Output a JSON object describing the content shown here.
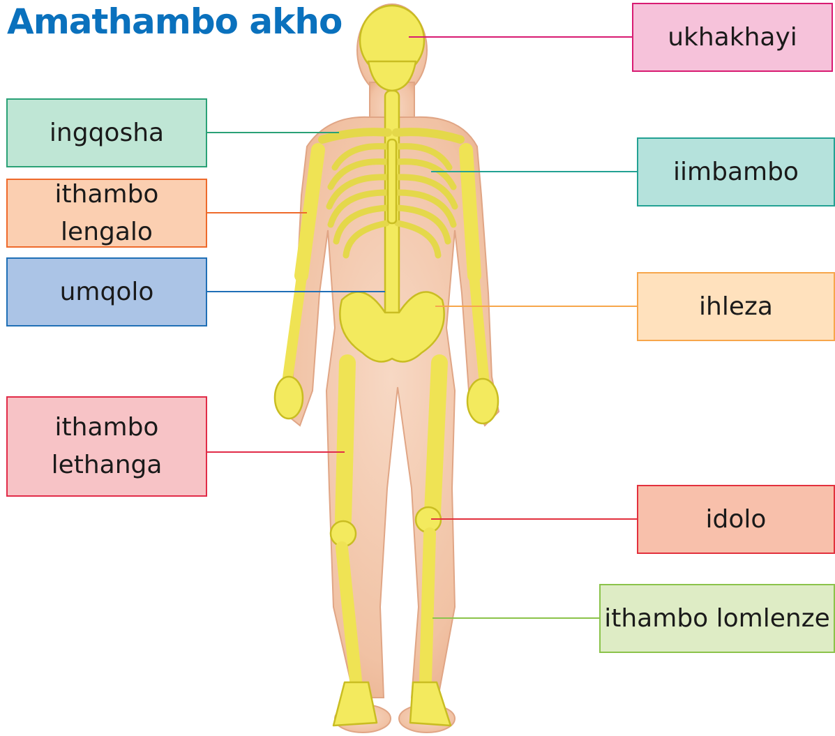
{
  "title": "Amathambo akho",
  "labels": {
    "skull": {
      "text": "ukhakhayi",
      "fill": "#f6c2da",
      "border": "#d81b72"
    },
    "collarbone": {
      "text": "ingqosha",
      "fill": "#bfe6d5",
      "border": "#2aa176"
    },
    "ribs": {
      "text": "iimbambo",
      "fill": "#b5e2dc",
      "border": "#23a193"
    },
    "upper_arm": {
      "text": "ithambo lengalo",
      "fill": "#fbcfb1",
      "border": "#ee6a2b"
    },
    "spine": {
      "text": "umqolo",
      "fill": "#abc4e6",
      "border": "#1f6fb6"
    },
    "hip": {
      "text": "ihleza",
      "fill": "#ffe1bd",
      "border": "#f7a64b"
    },
    "thigh": {
      "line1": "ithambo",
      "line2": "lethanga",
      "fill": "#f7c3c6",
      "border": "#e12b48"
    },
    "knee": {
      "text": "idolo",
      "fill": "#f8c0ab",
      "border": "#e2303d"
    },
    "shin": {
      "text": "ithambo lomlenze",
      "fill": "#deecc5",
      "border": "#8bc34a"
    }
  }
}
